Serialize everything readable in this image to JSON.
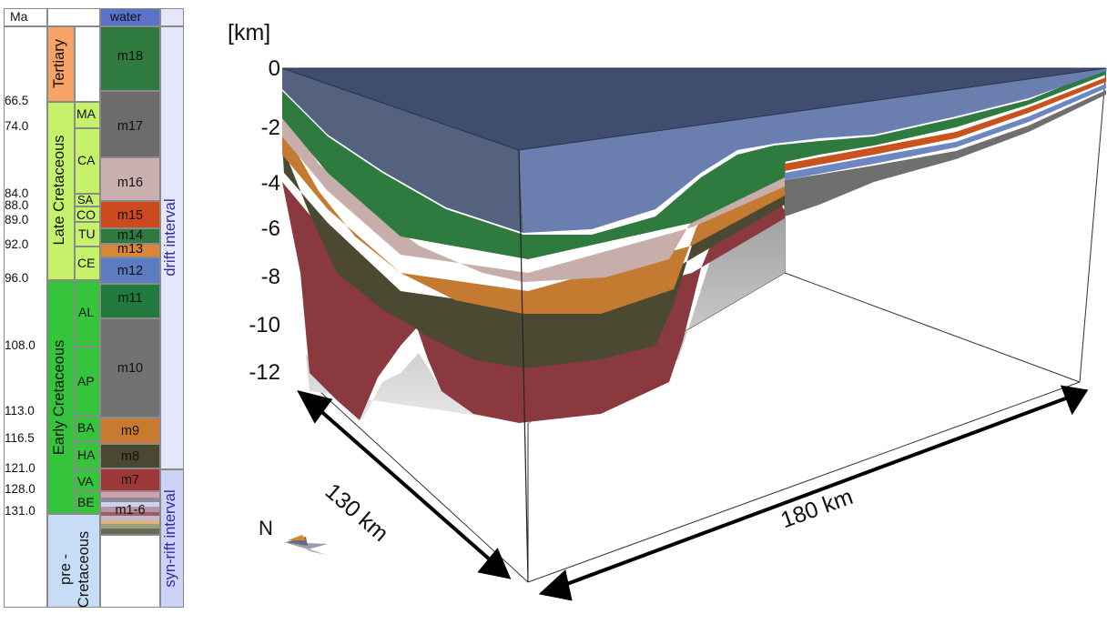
{
  "strat_column": {
    "header_age": "Ma",
    "header_water": "water",
    "periods": [
      {
        "label": "Tertiary",
        "color": "#f7a266"
      },
      {
        "label": "Late Cretaceous",
        "color": "#c6f26b"
      },
      {
        "label": "Early Cretaceous",
        "color": "#35c43c"
      },
      {
        "label": "pre - Cretaceous",
        "color": "#c7dcf5"
      }
    ],
    "stages": [
      "MA",
      "CA",
      "SA",
      "CO",
      "TU",
      "CE",
      "AL",
      "AP",
      "BA",
      "HA",
      "VA",
      "BE"
    ],
    "stage_colors": {
      "late": "#c6f26b",
      "early": "#35c43c"
    },
    "ages": [
      "66.5",
      "74.0",
      "84.0",
      "88.0",
      "89.0",
      "92.0",
      "96.0",
      "108.0",
      "113.0",
      "116.5",
      "121.0",
      "128.0",
      "131.0"
    ],
    "units": [
      {
        "label": "m18",
        "color": "#2e7a3f"
      },
      {
        "label": "m17",
        "color": "#6c6c6c"
      },
      {
        "label": "m16",
        "color": "#cab1b0"
      },
      {
        "label": "m15",
        "color": "#cc4a1e"
      },
      {
        "label": "m14",
        "color": "#2e7a3f"
      },
      {
        "label": "m13",
        "color": "#d9863b"
      },
      {
        "label": "m12",
        "color": "#5b7cc0"
      },
      {
        "label": "m11",
        "color": "#217a3d"
      },
      {
        "label": "m10",
        "color": "#727272"
      },
      {
        "label": "m9",
        "color": "#c97a30"
      },
      {
        "label": "m8",
        "color": "#4a4830"
      },
      {
        "label": "m7",
        "color": "#9e3838"
      },
      {
        "label": "m1-6",
        "color": "#b494a6"
      }
    ],
    "intervals": [
      {
        "label": "drift interval",
        "color": "#e6e6fa"
      },
      {
        "label": "syn-rift interval",
        "color": "#ccd3f7"
      }
    ]
  },
  "block_diagram": {
    "axis_unit": "[km]",
    "depth_ticks": [
      "0",
      "-2",
      "-4",
      "-6",
      "-8",
      "-10",
      "-12"
    ],
    "dimension_labels": {
      "width": "130 km",
      "length": "180 km"
    },
    "north_label": "N",
    "layer_colors": {
      "water": "#6b7eb0",
      "top": "#3f4d6e",
      "green": "#2e7a3f",
      "grey": "#6f6f6f",
      "pink": "#c8aeaa",
      "orange_red": "#c9521d",
      "orange": "#c57a31",
      "blue": "#6d87c2",
      "dark": "#4a4630",
      "red": "#a5414a",
      "basement": "#c9c9c9"
    }
  }
}
